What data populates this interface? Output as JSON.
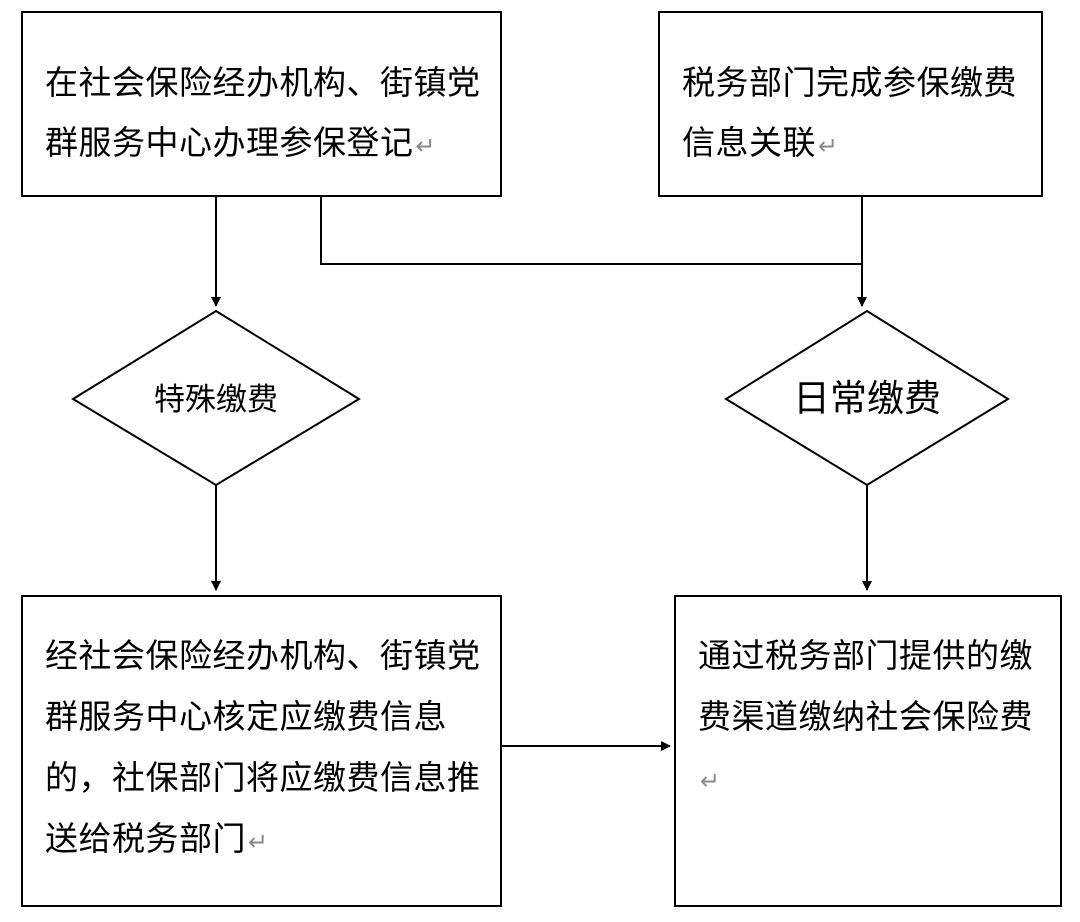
{
  "nodes": {
    "register": {
      "text": "在社会保险经办机构、街镇党群服务中心办理参保登记",
      "para_mark": "↵"
    },
    "tax_link": {
      "text": "税务部门完成参保缴费信息关联",
      "para_mark": "↵"
    },
    "special": {
      "text": "特殊缴费"
    },
    "daily": {
      "text": "日常缴费"
    },
    "verify": {
      "text": "经社会保险经办机构、街镇党群服务中心核定应缴费信息的，社保部门将应缴费信息推送给税务部门",
      "para_mark": "↵"
    },
    "pay": {
      "text": "通过税务部门提供的缴费渠道缴纳社会保险费",
      "para_mark": "↵"
    }
  },
  "colors": {
    "stroke": "#000000",
    "text": "#000000",
    "mark": "#8a8a8a"
  }
}
